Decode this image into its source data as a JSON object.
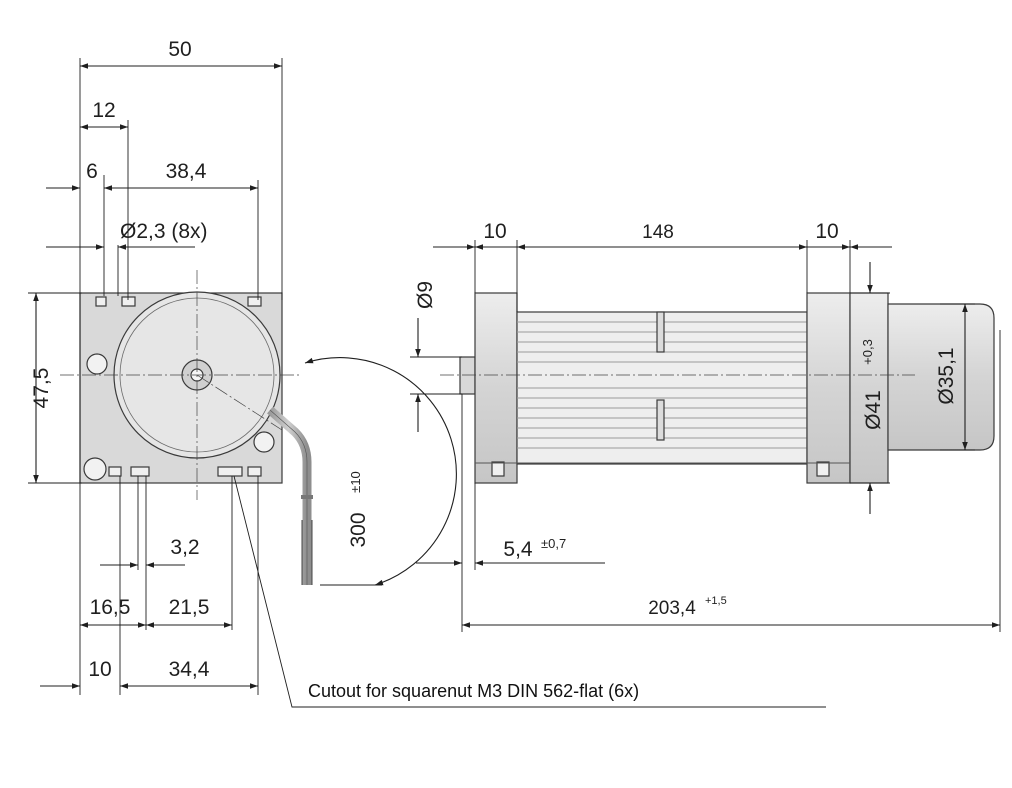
{
  "front_view": {
    "width_total": "50",
    "offset_12": "12",
    "offset_6": "6",
    "hole_spacing": "38,4",
    "hole_label": "Ø2,3 (8x)",
    "height": "47,5",
    "cable_length": "300",
    "cable_tolerance": "±10",
    "slot_width": "3,2",
    "bottom_16_5": "16,5",
    "bottom_21_5": "21,5",
    "bottom_10": "10",
    "bottom_34_4": "34,4",
    "cutout_note": "Cutout for squarenut M3 DIN 562-flat (6x)"
  },
  "side_view": {
    "left_cap": "10",
    "impeller_length": "148",
    "right_cap": "10",
    "shaft_diameter": "Ø9",
    "flange_diameter": "Ø41",
    "flange_tolerance": "+0,3",
    "motor_diameter": "Ø35,1",
    "shaft_protrusion": "5,4",
    "shaft_tolerance": "±0,7",
    "overall_length": "203,4",
    "overall_tolerance": "+1,5"
  }
}
